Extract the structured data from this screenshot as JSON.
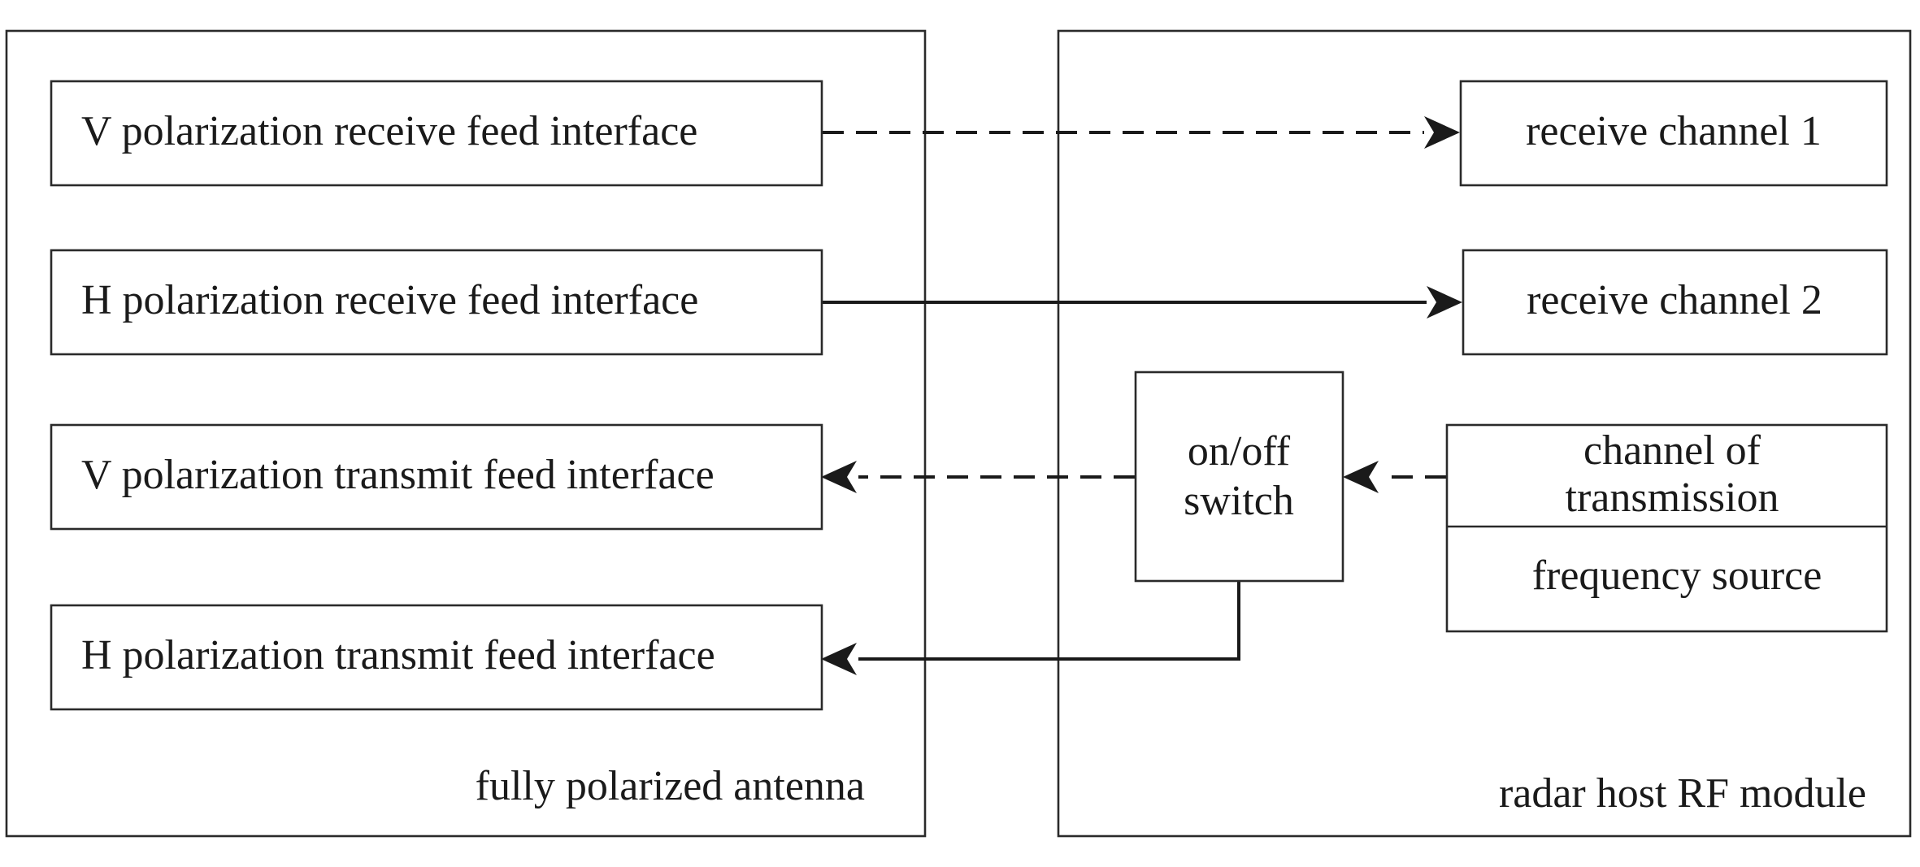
{
  "antenna": {
    "title": "fully polarized antenna",
    "ports": [
      "V polarization receive feed interface",
      "H polarization receive feed interface",
      "V polarization transmit feed interface",
      "H polarization transmit feed interface"
    ]
  },
  "rf_module": {
    "title": "radar host RF module",
    "receive_channel_1": "receive channel 1",
    "receive_channel_2": "receive channel 2",
    "switch": [
      "on/off",
      "switch"
    ],
    "transmission_channel": [
      "channel of",
      "transmission"
    ],
    "frequency_source": "frequency source"
  },
  "links": [
    {
      "from": "V polarization receive feed interface",
      "to": "receive channel 1",
      "style": "dashed"
    },
    {
      "from": "H polarization receive feed interface",
      "to": "receive channel 2",
      "style": "solid"
    },
    {
      "from": "channel of transmission",
      "to": "on/off switch",
      "style": "dashed"
    },
    {
      "from": "on/off switch",
      "to": "V polarization transmit feed interface",
      "style": "dashed"
    },
    {
      "from": "on/off switch",
      "to": "H polarization transmit feed interface",
      "style": "solid"
    }
  ]
}
